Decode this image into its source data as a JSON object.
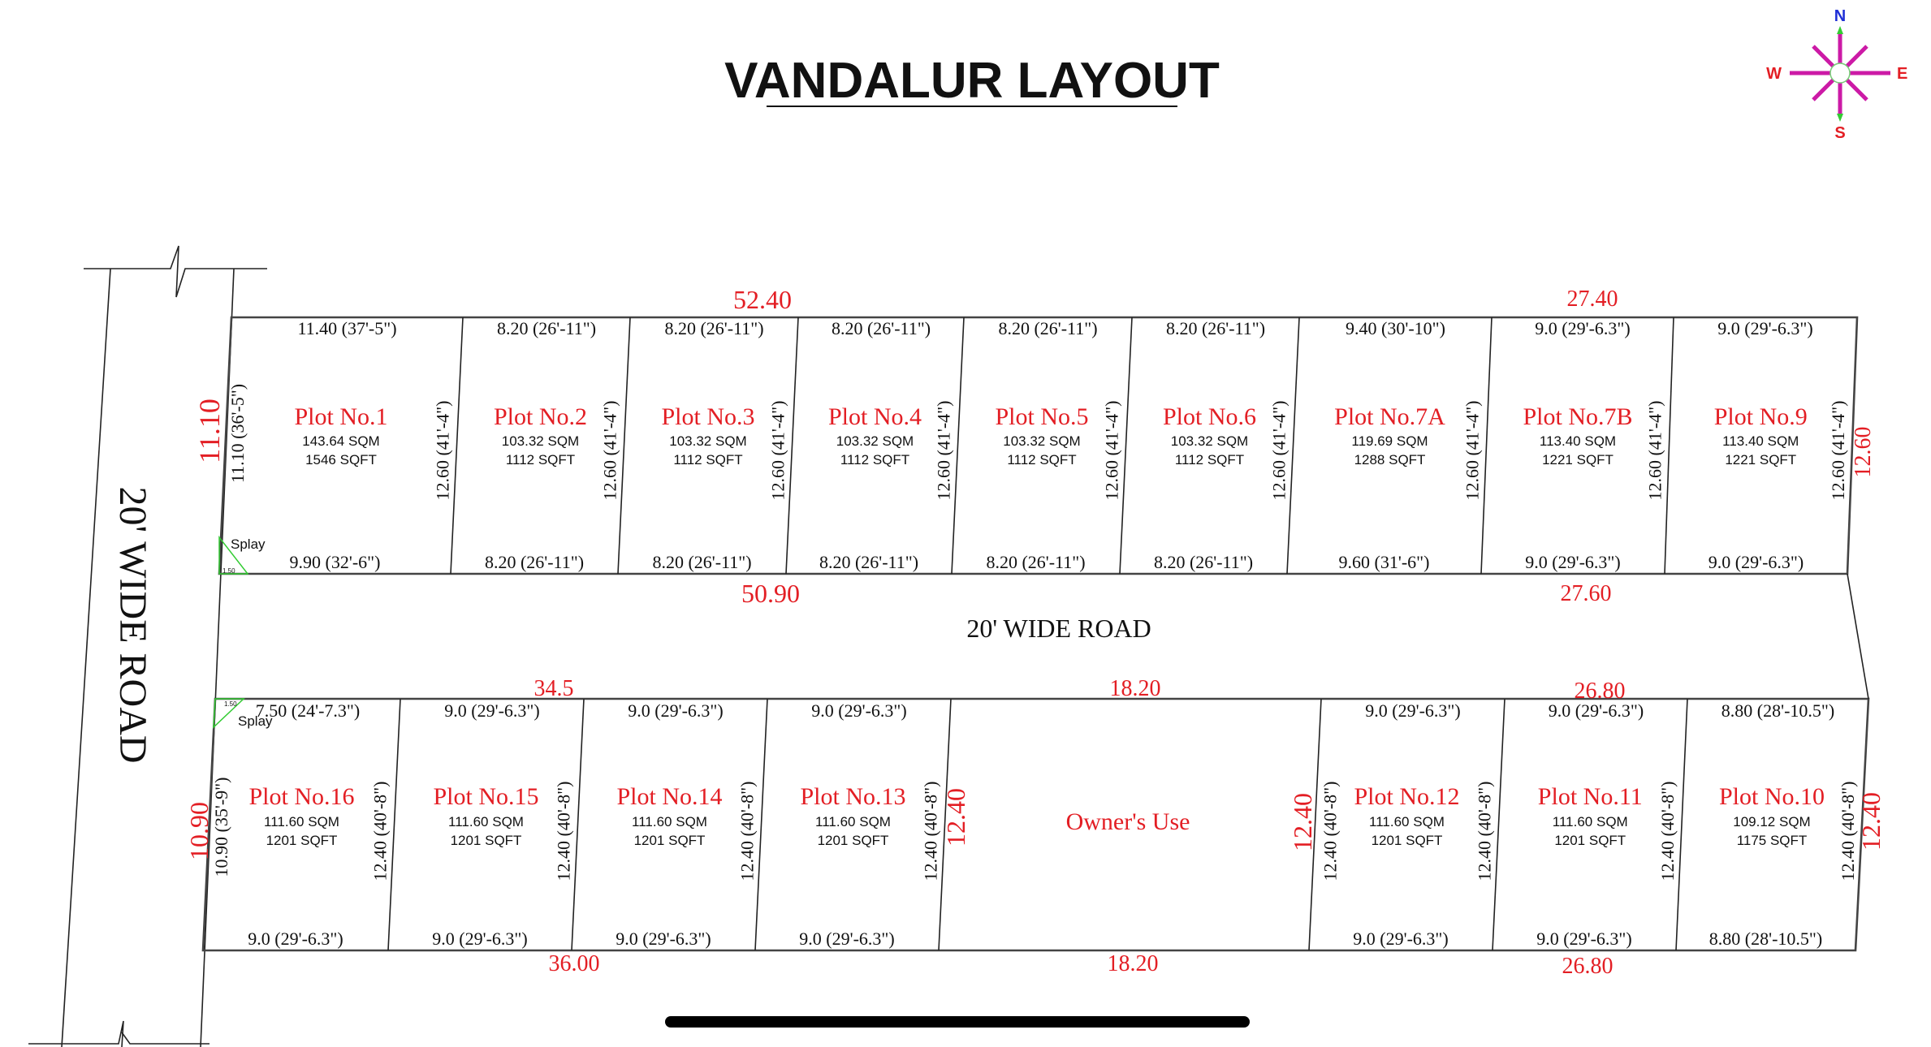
{
  "title": "VANDALUR LAYOUT",
  "compass": {
    "n": "N",
    "s": "S",
    "e": "E",
    "w": "W",
    "colors": {
      "n": "#1f2fd6",
      "other": "#e31e24",
      "rays": "#cc1aa6",
      "arrow": "#33cc33"
    }
  },
  "roads": {
    "left": "20' WIDE ROAD",
    "middle": "20' WIDE ROAD"
  },
  "totals": {
    "top_north_left": "52.40",
    "top_north_right": "27.40",
    "top_south_left": "50.90",
    "top_south_right": "27.60",
    "top_west": "11.10",
    "top_east": "12.60",
    "bottom_north_left": "34.5",
    "bottom_north_mid": "18.20",
    "bottom_north_right": "26.80",
    "bottom_south_left": "36.00",
    "bottom_south_mid": "18.20",
    "bottom_south_right": "26.80",
    "bottom_west": "10.90",
    "owners_west": "12.40",
    "owners_east": "12.40",
    "bottom_east": "12.40"
  },
  "side_dims": {
    "top_west": "11.10 (36'-5\")",
    "bottom_west": "10.90 (35'-9\")"
  },
  "splay": {
    "label": "Splay",
    "size": "1.50"
  },
  "owners_use": "Owner's Use",
  "top_plots": [
    {
      "name": "Plot No.1",
      "sqm": "143.64 SQM",
      "sqft": "1546 SQFT",
      "top": "11.40 (37'-5\")",
      "bottom": "9.90 (32'-6\")",
      "side": "12.60 (41'-4\")"
    },
    {
      "name": "Plot No.2",
      "sqm": "103.32 SQM",
      "sqft": "1112 SQFT",
      "top": "8.20 (26'-11\")",
      "bottom": "8.20 (26'-11\")",
      "side": "12.60 (41'-4\")"
    },
    {
      "name": "Plot No.3",
      "sqm": "103.32 SQM",
      "sqft": "1112 SQFT",
      "top": "8.20 (26'-11\")",
      "bottom": "8.20 (26'-11\")",
      "side": "12.60 (41'-4\")"
    },
    {
      "name": "Plot No.4",
      "sqm": "103.32 SQM",
      "sqft": "1112 SQFT",
      "top": "8.20 (26'-11\")",
      "bottom": "8.20 (26'-11\")",
      "side": "12.60 (41'-4\")"
    },
    {
      "name": "Plot No.5",
      "sqm": "103.32 SQM",
      "sqft": "1112 SQFT",
      "top": "8.20 (26'-11\")",
      "bottom": "8.20 (26'-11\")",
      "side": "12.60 (41'-4\")"
    },
    {
      "name": "Plot No.6",
      "sqm": "103.32 SQM",
      "sqft": "1112 SQFT",
      "top": "8.20 (26'-11\")",
      "bottom": "8.20 (26'-11\")",
      "side": "12.60 (41'-4\")"
    },
    {
      "name": "Plot No.7A",
      "sqm": "119.69 SQM",
      "sqft": "1288 SQFT",
      "top": "9.40 (30'-10\")",
      "bottom": "9.60 (31'-6\")",
      "side": "12.60 (41'-4\")"
    },
    {
      "name": "Plot No.7B",
      "sqm": "113.40 SQM",
      "sqft": "1221 SQFT",
      "top": "9.0 (29'-6.3\")",
      "bottom": "9.0 (29'-6.3\")",
      "side": "12.60 (41'-4\")"
    },
    {
      "name": "Plot No.9",
      "sqm": "113.40 SQM",
      "sqft": "1221 SQFT",
      "top": "9.0 (29'-6.3\")",
      "bottom": "9.0 (29'-6.3\")",
      "side": "12.60 (41'-4\")"
    }
  ],
  "bottom_plots": [
    {
      "name": "Plot No.16",
      "sqm": "111.60 SQM",
      "sqft": "1201 SQFT",
      "top": "7.50 (24'-7.3\")",
      "bottom": "9.0 (29'-6.3\")",
      "side": "12.40 (40'-8\")"
    },
    {
      "name": "Plot No.15",
      "sqm": "111.60 SQM",
      "sqft": "1201 SQFT",
      "top": "9.0 (29'-6.3\")",
      "bottom": "9.0 (29'-6.3\")",
      "side": "12.40 (40'-8\")"
    },
    {
      "name": "Plot No.14",
      "sqm": "111.60 SQM",
      "sqft": "1201 SQFT",
      "top": "9.0 (29'-6.3\")",
      "bottom": "9.0 (29'-6.3\")",
      "side": "12.40 (40'-8\")"
    },
    {
      "name": "Plot No.13",
      "sqm": "111.60 SQM",
      "sqft": "1201 SQFT",
      "top": "9.0 (29'-6.3\")",
      "bottom": "9.0 (29'-6.3\")",
      "side": "12.40 (40'-8\")"
    },
    {
      "name": "Plot No.12",
      "sqm": "111.60 SQM",
      "sqft": "1201 SQFT",
      "top": "9.0 (29'-6.3\")",
      "bottom": "9.0 (29'-6.3\")",
      "side": "12.40 (40'-8\")",
      "left_side": "12.40 (40'-8\")"
    },
    {
      "name": "Plot No.11",
      "sqm": "111.60 SQM",
      "sqft": "1201 SQFT",
      "top": "9.0 (29'-6.3\")",
      "bottom": "9.0 (29'-6.3\")",
      "side": "12.40 (40'-8\")"
    },
    {
      "name": "Plot No.10",
      "sqm": "109.12 SQM",
      "sqft": "1175 SQFT",
      "top": "8.80 (28'-10.5\")",
      "bottom": "8.80 (28'-10.5\")",
      "side": "12.40 (40'-8\")"
    }
  ]
}
